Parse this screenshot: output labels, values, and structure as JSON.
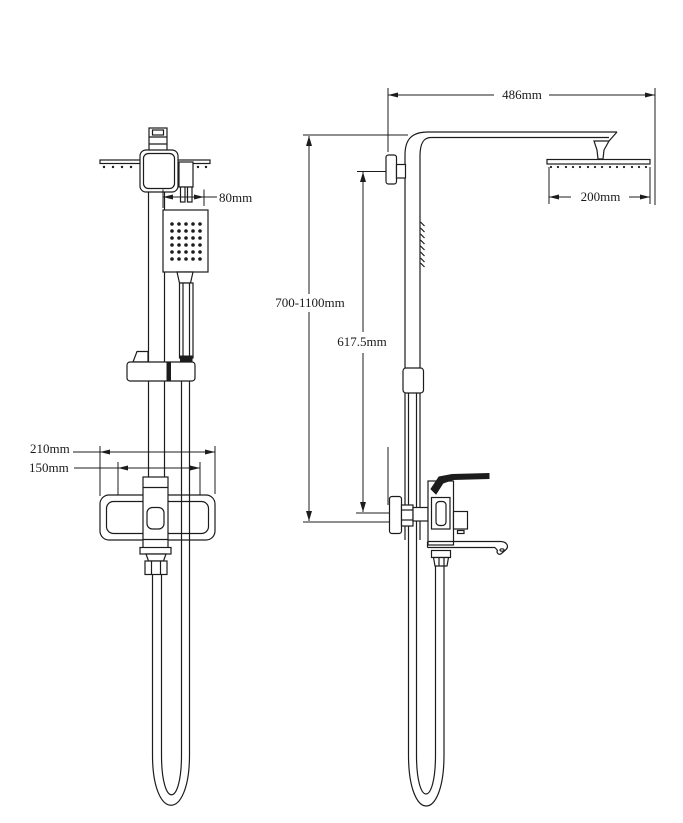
{
  "drawing": {
    "type": "technical line drawing",
    "subject": "thermostatic shower column, front and side elevation",
    "colors": {
      "line": "#1c1c1c",
      "background": "#ffffff"
    }
  },
  "dimensions": {
    "hand_shower_width": "80mm",
    "valve_trim_width": "210mm",
    "valve_body_width": "150mm",
    "arm_projection": "486mm",
    "shower_head_width": "200mm",
    "riser_height_range": "700-1100mm",
    "riser_fixed_length": "617.5mm"
  }
}
